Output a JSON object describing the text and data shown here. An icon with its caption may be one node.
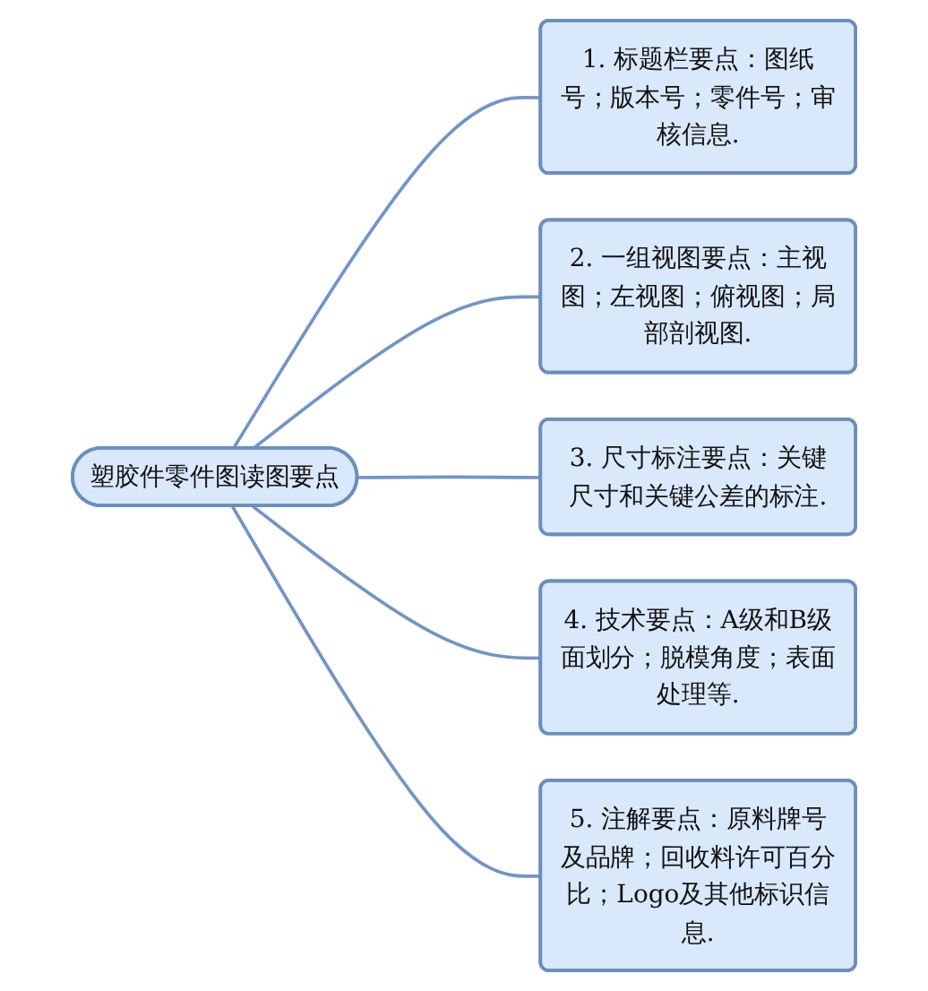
{
  "diagram": {
    "nodes": [
      {
        "text": [
          "塑胶件零件图读图要点"
        ]
      },
      {
        "text": [
          "1. 标题栏要点：图纸号；版本号；零件号；审核信息."
        ]
      },
      {
        "text": [
          "2. 一组视图要点：主视图；左视图；俯视图；局部剖视图."
        ]
      },
      {
        "text": [
          "3. 尺寸标注要点：关键尺寸和关键公差的标注."
        ]
      },
      {
        "text": [
          "4. 技术要点：A级和B级面划分；脱模角度；表面处理等."
        ]
      },
      {
        "text": [
          "5. 注解要点：原料牌号及品牌；回收料许可百分比；Logo及其他标识信息."
        ]
      }
    ],
    "edges": [
      {
        "from": 0,
        "to": 1,
        "arrow": "none"
      },
      {
        "from": 0,
        "to": 2,
        "arrow": "none"
      },
      {
        "from": 0,
        "to": 3,
        "arrow": "none"
      },
      {
        "from": 0,
        "to": 4,
        "arrow": "none"
      },
      {
        "from": 0,
        "to": 5,
        "arrow": "none"
      }
    ]
  }
}
